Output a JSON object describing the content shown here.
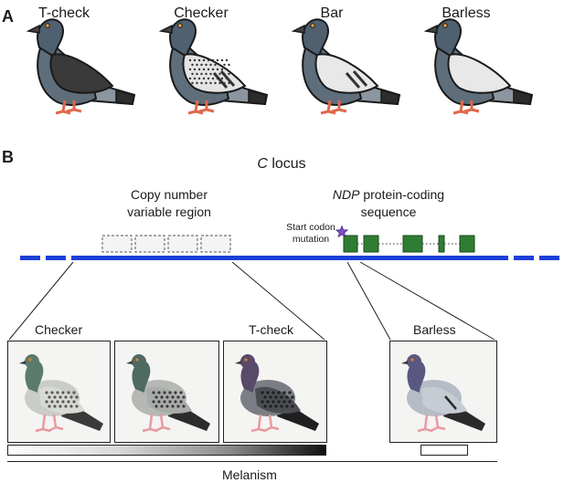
{
  "panel_a": {
    "letter": "A",
    "pigeons": [
      {
        "label": "T-check",
        "wing": "#3a3a3a",
        "pattern": "tcheck"
      },
      {
        "label": "Checker",
        "wing": "#e4e4e4",
        "pattern": "checker"
      },
      {
        "label": "Bar",
        "wing": "#e8e8e8",
        "pattern": "bar"
      },
      {
        "label": "Barless",
        "wing": "#e8e8e8",
        "pattern": "barless"
      }
    ],
    "colors": {
      "head": "#5f6e7b",
      "neck": "#4f6070",
      "tail": "#8b96a0",
      "feet": "#e0684a",
      "outline": "#1a1a1a"
    }
  },
  "panel_b": {
    "letter": "B",
    "locus_prefix": "C",
    "locus_suffix": "locus",
    "cnv_label_1": "Copy number",
    "cnv_label_2": "variable region",
    "ndp_italic": "NDP",
    "ndp_label_1": "protein-coding",
    "ndp_label_2": "sequence",
    "start_codon_1": "Start codon",
    "start_codon_2": "mutation",
    "photo_labels": {
      "checker": "Checker",
      "tcheck": "T-check",
      "barless": "Barless"
    },
    "axis_label": "Melanism",
    "colors": {
      "chromosome": "#1d3fd6",
      "exon": "#2f7d32",
      "star": "#7b4fc9"
    }
  }
}
